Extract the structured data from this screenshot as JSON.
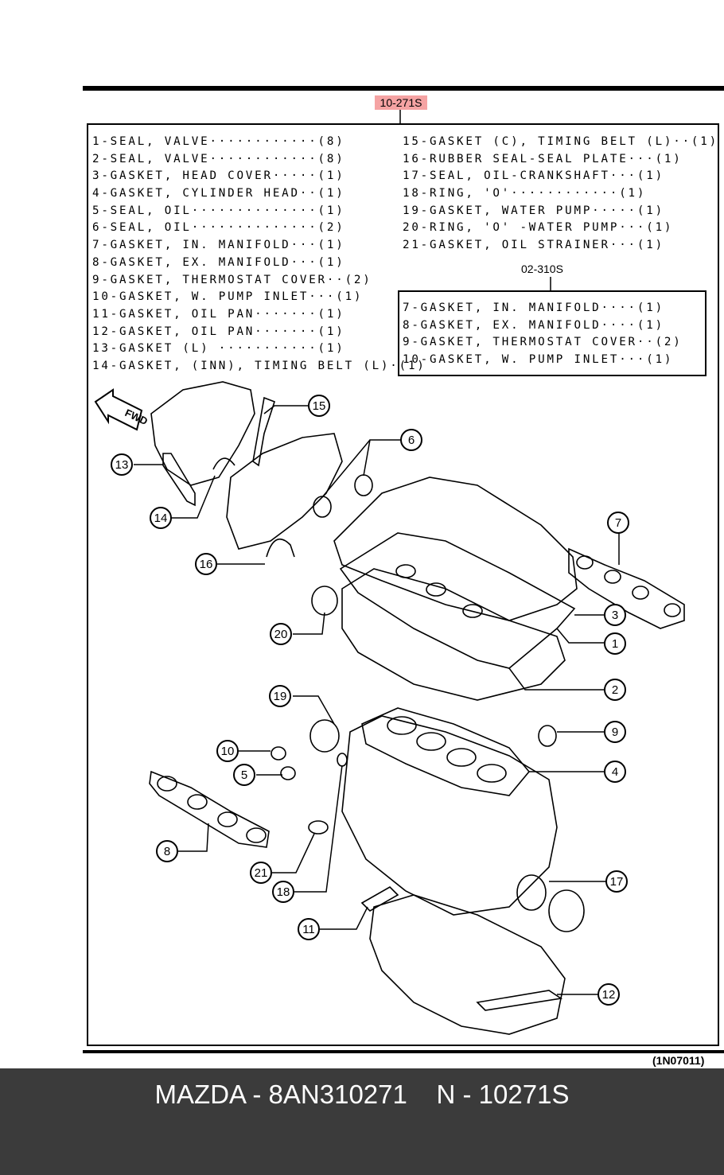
{
  "diagram": {
    "ref_code": "10-271S",
    "main_parts": [
      "1-SEAL, VALVE············(8)",
      "2-SEAL, VALVE············(8)",
      "3-GASKET, HEAD COVER·····(1)",
      "4-GASKET, CYLINDER HEAD··(1)",
      "5-SEAL, OIL··············(1)",
      "6-SEAL, OIL··············(2)",
      "7-GASKET, IN. MANIFOLD···(1)",
      "8-GASKET, EX. MANIFOLD···(1)",
      "9-GASKET, THERMOSTAT COVER··(2)",
      "10-GASKET, W. PUMP INLET···(1)",
      "11-GASKET, OIL PAN·······(1)",
      "12-GASKET, OIL PAN·······(1)",
      "13-GASKET (L) ···········(1)",
      "14-GASKET, (INN), TIMING BELT (L)·(1)"
    ],
    "main_parts_2": [
      "15-GASKET (C), TIMING BELT (L)··(1)",
      "16-RUBBER SEAL-SEAL PLATE···(1)",
      "17-SEAL, OIL-CRANKSHAFT···(1)",
      "18-RING, 'O'············(1)",
      "19-GASKET, WATER PUMP·····(1)",
      "20-RING, 'O' -WATER PUMP···(1)",
      "21-GASKET, OIL STRAINER···(1)"
    ],
    "sub_kit_code": "02-310S",
    "sub_kit_parts": [
      "7-GASKET, IN. MANIFOLD····(1)",
      "8-GASKET, EX. MANIFOLD····(1)",
      "9-GASKET, THERMOSTAT COVER··(2)",
      "10-GASKET, W. PUMP INLET···(1)"
    ],
    "fwd_label": "FWD",
    "callouts": [
      "1",
      "2",
      "3",
      "4",
      "5",
      "6",
      "7",
      "8",
      "9",
      "10",
      "11",
      "12",
      "13",
      "14",
      "15",
      "16",
      "17",
      "18",
      "19",
      "20",
      "21"
    ],
    "figure_code": "(1N07011)"
  },
  "footer": {
    "caption": "MAZDA - 8AN310271    N - 10271S"
  }
}
